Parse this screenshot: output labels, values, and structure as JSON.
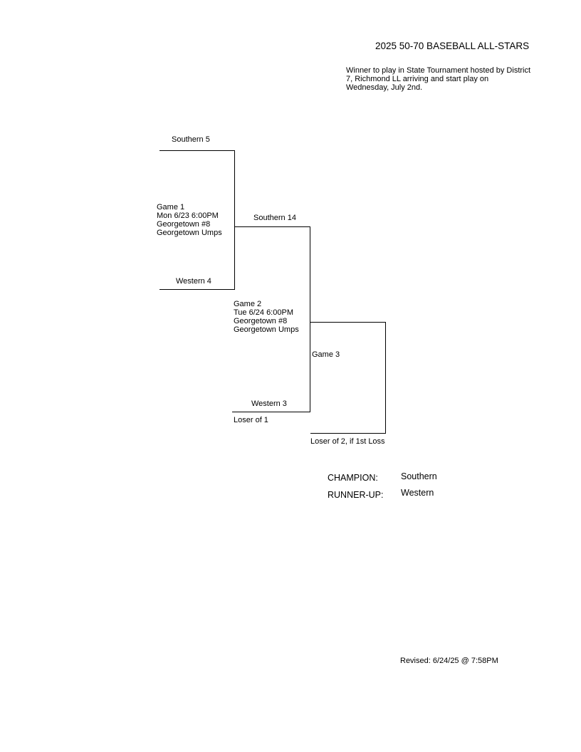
{
  "header": {
    "title": "2025 50-70 BASEBALL ALL-STARS",
    "note": "Winner to play in State Tournament hosted by District 7, Richmond LL arriving and start play on Wednesday, July 2nd."
  },
  "bracket": {
    "game1": {
      "top_team": "Southern  5",
      "bottom_team": "Western  4",
      "label": "Game 1",
      "datetime": "Mon  6/23  6:00PM",
      "location": "Georgetown #8",
      "umps": "Georgetown Umps"
    },
    "winner_game1": "Southern  14",
    "game2": {
      "label": "Game 2",
      "datetime": "Tue  6/24  6:00PM",
      "location": "Georgetown #8",
      "umps": "Georgetown Umps",
      "bottom_team": "Western  3",
      "bottom_note": "Loser of 1"
    },
    "game3": {
      "label": "Game 3",
      "bottom_note": "Loser of 2, if 1st Loss"
    }
  },
  "results": {
    "champion_label": "CHAMPION:",
    "champion": "Southern",
    "runnerup_label": "RUNNER-UP:",
    "runnerup": "Western"
  },
  "footer": {
    "revised": "Revised:  6/24/25 @  7:58PM"
  }
}
